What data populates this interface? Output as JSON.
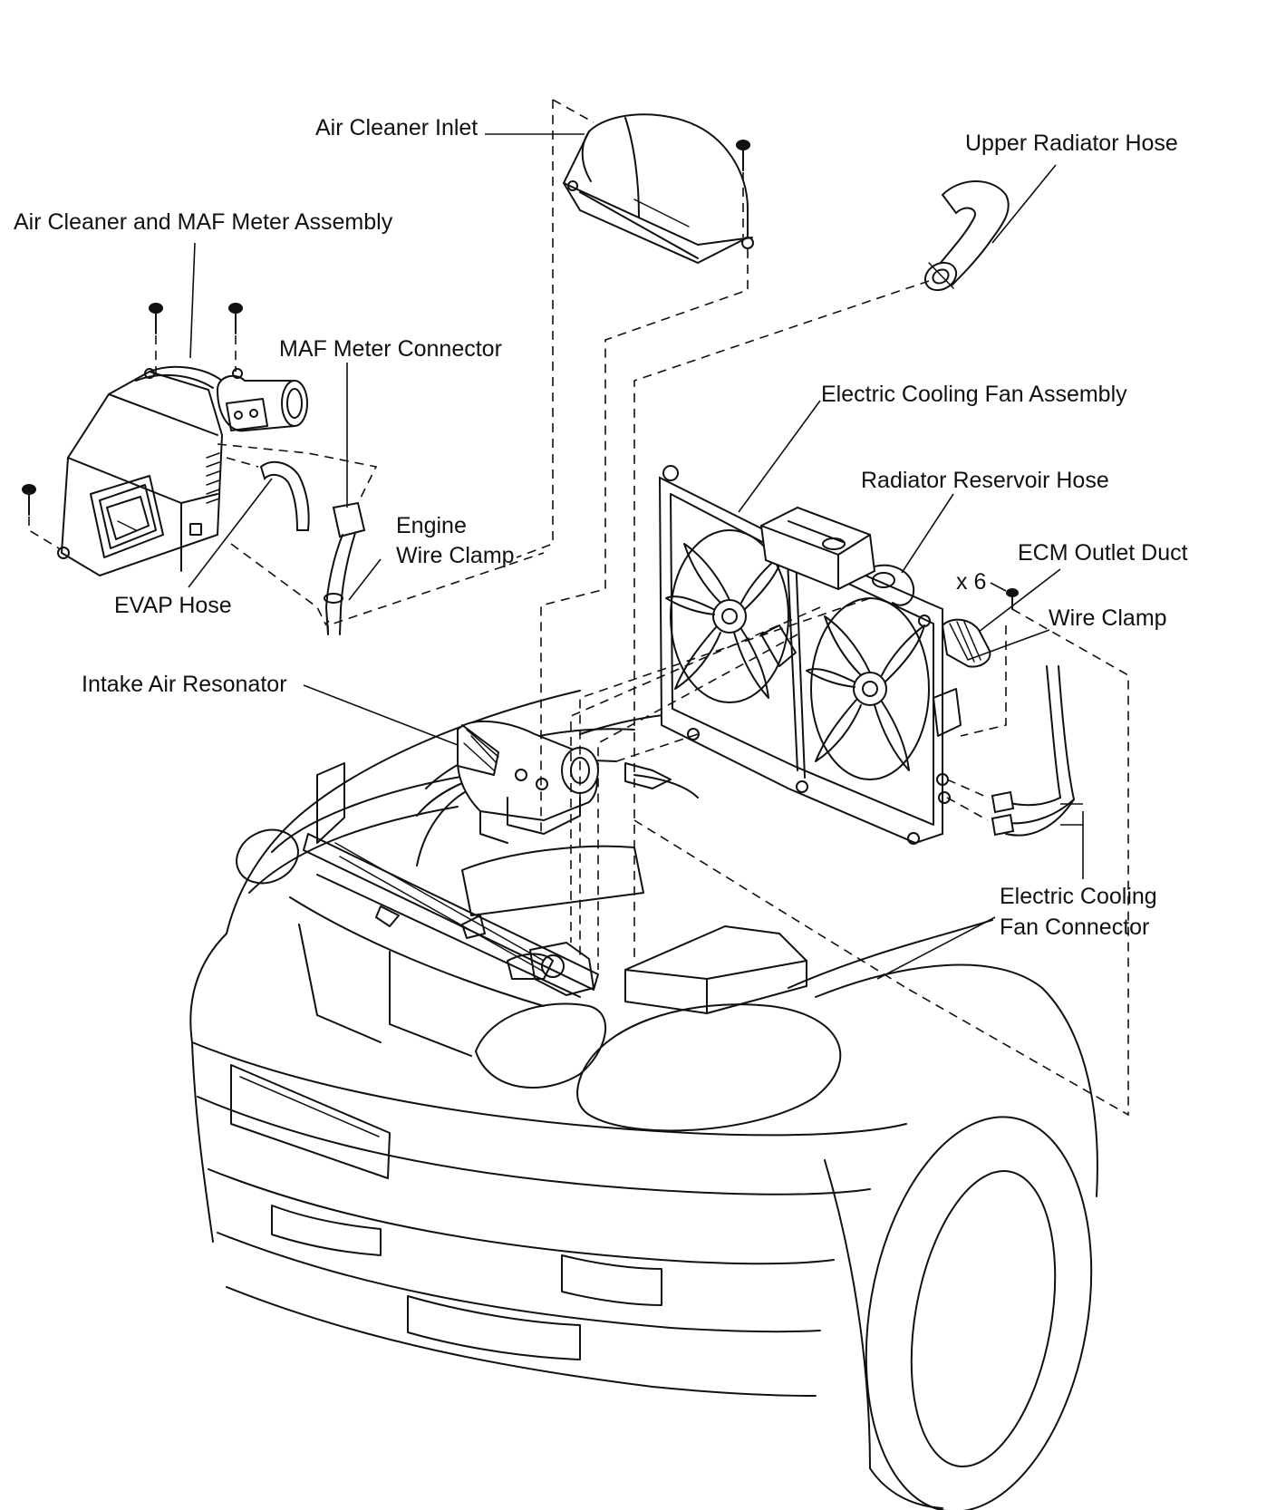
{
  "labels": {
    "air_cleaner_inlet": "Air Cleaner Inlet",
    "upper_radiator_hose": "Upper Radiator Hose",
    "air_cleaner_maf_assembly": "Air Cleaner and MAF Meter Assembly",
    "maf_meter_connector": "MAF Meter Connector",
    "electric_cooling_fan_assembly": "Electric Cooling Fan Assembly",
    "radiator_reservoir_hose": "Radiator Reservoir Hose",
    "ecm_outlet_duct": "ECM Outlet Duct",
    "qty_x6": "x 6",
    "wire_clamp": "Wire Clamp",
    "engine_wire_clamp_line1": "Engine",
    "engine_wire_clamp_line2": "Wire Clamp",
    "evap_hose": "EVAP Hose",
    "intake_air_resonator": "Intake Air Resonator",
    "electric_cooling_fan_connector_line1": "Electric Cooling",
    "electric_cooling_fan_connector_line2": "Fan Connector"
  },
  "colors": {
    "ink": "#111111",
    "paper": "#ffffff"
  }
}
